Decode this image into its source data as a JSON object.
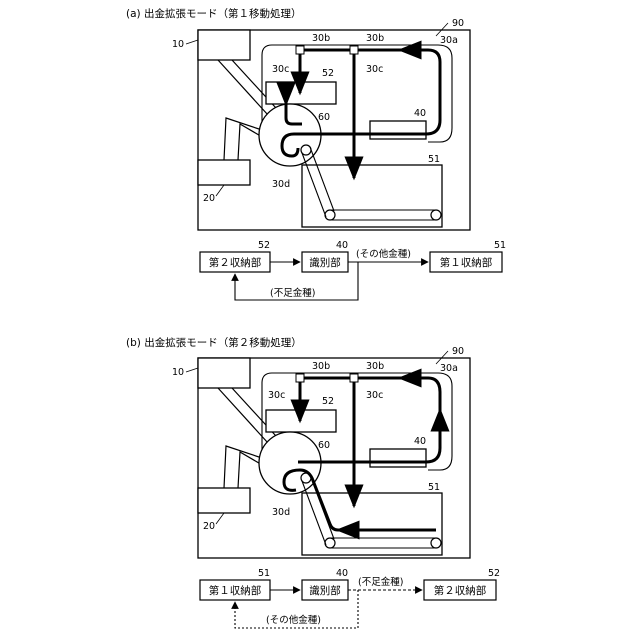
{
  "panels": [
    {
      "title": "(a) 出金拡張モード（第１移動処理）",
      "refs": {
        "ref_90": "90",
        "ref_10": "10",
        "ref_20": "20",
        "ref_30a": "30a",
        "ref_30b_left": "30b",
        "ref_30b_right": "30b",
        "ref_30c_left": "30c",
        "ref_30c_right": "30c",
        "ref_30d": "30d",
        "ref_52": "52",
        "ref_40": "40",
        "ref_60": "60",
        "ref_51": "51"
      },
      "flow": {
        "left_box": {
          "label": "第２収納部",
          "ref": "52"
        },
        "mid_box": {
          "label": "識別部",
          "ref": "40"
        },
        "right_box": {
          "label": "第１収納部",
          "ref": "51"
        },
        "top_edge_label": "(その他金種)",
        "bottom_edge_label": "(不足金種)"
      }
    },
    {
      "title": "(b) 出金拡張モード（第２移動処理）",
      "refs": {
        "ref_90": "90",
        "ref_10": "10",
        "ref_20": "20",
        "ref_30a": "30a",
        "ref_30b_left": "30b",
        "ref_30b_right": "30b",
        "ref_30c_left": "30c",
        "ref_30c_right": "30c",
        "ref_30d": "30d",
        "ref_52": "52",
        "ref_40": "40",
        "ref_60": "60",
        "ref_51": "51"
      },
      "flow": {
        "left_box": {
          "label": "第１収納部",
          "ref": "51"
        },
        "mid_box": {
          "label": "識別部",
          "ref": "40"
        },
        "right_box": {
          "label": "第２収納部",
          "ref": "52"
        },
        "top_edge_label": "(不足金種)",
        "bottom_edge_label": "(その他金種)"
      }
    }
  ],
  "colors": {
    "line": "#000000",
    "background": "#ffffff",
    "fill": "#ffffff"
  }
}
